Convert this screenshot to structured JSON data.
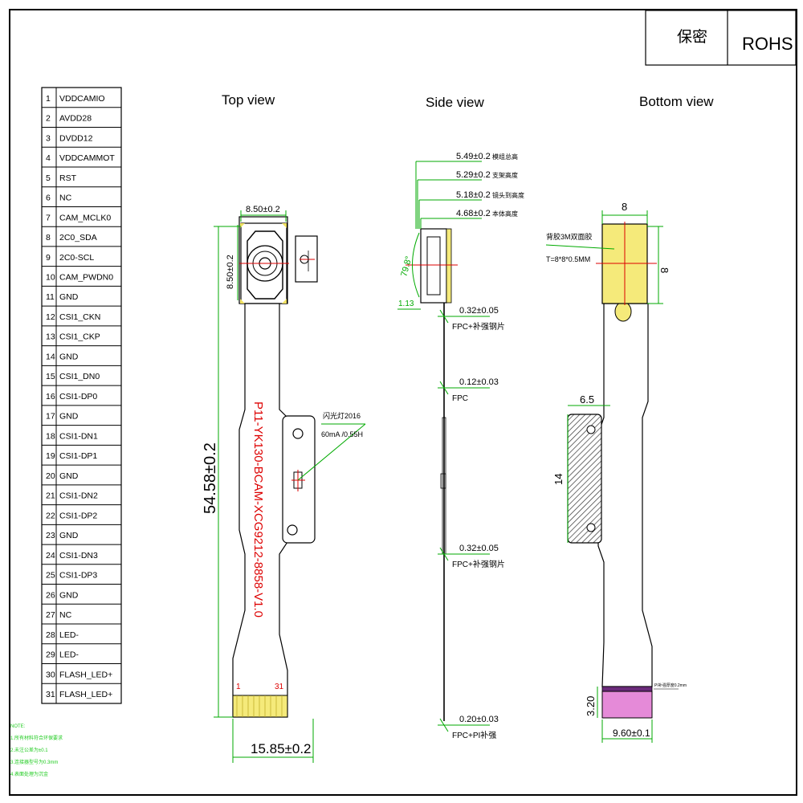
{
  "title_block": {
    "confidential": "保密",
    "rohs": "ROHS"
  },
  "views": {
    "top": "Top view",
    "side": "Side view",
    "bottom": "Bottom view"
  },
  "pins": [
    {
      "num": "1",
      "name": "VDDCAMIO"
    },
    {
      "num": "2",
      "name": "AVDD28"
    },
    {
      "num": "3",
      "name": "DVDD12"
    },
    {
      "num": "4",
      "name": "VDDCAMMOT"
    },
    {
      "num": "5",
      "name": "RST",
      "highlight": true
    },
    {
      "num": "6",
      "name": "NC"
    },
    {
      "num": "7",
      "name": "CAM_MCLK0"
    },
    {
      "num": "8",
      "name": "2C0_SDA"
    },
    {
      "num": "9",
      "name": "2C0-SCL"
    },
    {
      "num": "10",
      "name": "CAM_PWDN0"
    },
    {
      "num": "11",
      "name": "GND"
    },
    {
      "num": "12",
      "name": "CSI1_CKN"
    },
    {
      "num": "13",
      "name": "CSI1_CKP"
    },
    {
      "num": "14",
      "name": "GND"
    },
    {
      "num": "15",
      "name": "CSI1_DN0"
    },
    {
      "num": "16",
      "name": "CSI1-DP0"
    },
    {
      "num": "17",
      "name": "GND"
    },
    {
      "num": "18",
      "name": "CSI1-DN1"
    },
    {
      "num": "19",
      "name": "CSI1-DP1"
    },
    {
      "num": "20",
      "name": "GND"
    },
    {
      "num": "21",
      "name": "CSI1-DN2"
    },
    {
      "num": "22",
      "name": "CSI1-DP2"
    },
    {
      "num": "23",
      "name": "GND"
    },
    {
      "num": "24",
      "name": "CSI1-DN3"
    },
    {
      "num": "25",
      "name": "CSI1-DP3"
    },
    {
      "num": "26",
      "name": "GND"
    },
    {
      "num": "27",
      "name": "NC"
    },
    {
      "num": "28",
      "name": "LED-"
    },
    {
      "num": "29",
      "name": "LED-"
    },
    {
      "num": "30",
      "name": "FLASH_LED+"
    },
    {
      "num": "31",
      "name": "FLASH_LED+"
    }
  ],
  "notes": [
    "NOTE:",
    "1.所有材料符合环保要求",
    "2.未注公差为±0.1",
    "3.连接器型号为0.3mm",
    "4.表面处理为沉金"
  ],
  "top_view": {
    "width_dim": "8.50±0.2",
    "height_dim": "8.50±0.2",
    "length_dim": "54.58±0.2",
    "connector_width": "15.85±0.2",
    "part_number": "P11-YK130-BCAM-XCG9212-8858-V1.0",
    "component_label": "闪光灯2016",
    "component_spec": "60mA /0.55H",
    "pin_first": "1",
    "pin_last": "31"
  },
  "side_view": {
    "dims": [
      {
        "value": "5.49±0.2",
        "note": "模组总高"
      },
      {
        "value": "5.29±0.2",
        "note": "支架高度"
      },
      {
        "value": "5.18±0.2",
        "note": "镜头到高度"
      },
      {
        "value": "4.68±0.2",
        "note": "本体高度"
      }
    ],
    "angle": "79.8°",
    "offset": "1.13",
    "thickness": [
      {
        "value": "0.32±0.05",
        "note": "FPC+补强钢片"
      },
      {
        "value": "0.12±0.03",
        "note": "FPC"
      },
      {
        "value": "0.32±0.05",
        "note": "FPC+补强钢片"
      },
      {
        "value": "0.20±0.03",
        "note": "FPC+PI补强"
      }
    ]
  },
  "bottom_view": {
    "width": "8",
    "height": "8",
    "adhesive_label": "背胶3M双面胶",
    "adhesive_spec": "T=8*8*0.5MM",
    "stiffener_width": "6.5",
    "stiffener_height": "14",
    "connector_height": "3.20",
    "connector_width": "9.60±0.1",
    "connector_note": "PI补强厚度0.2mm"
  }
}
